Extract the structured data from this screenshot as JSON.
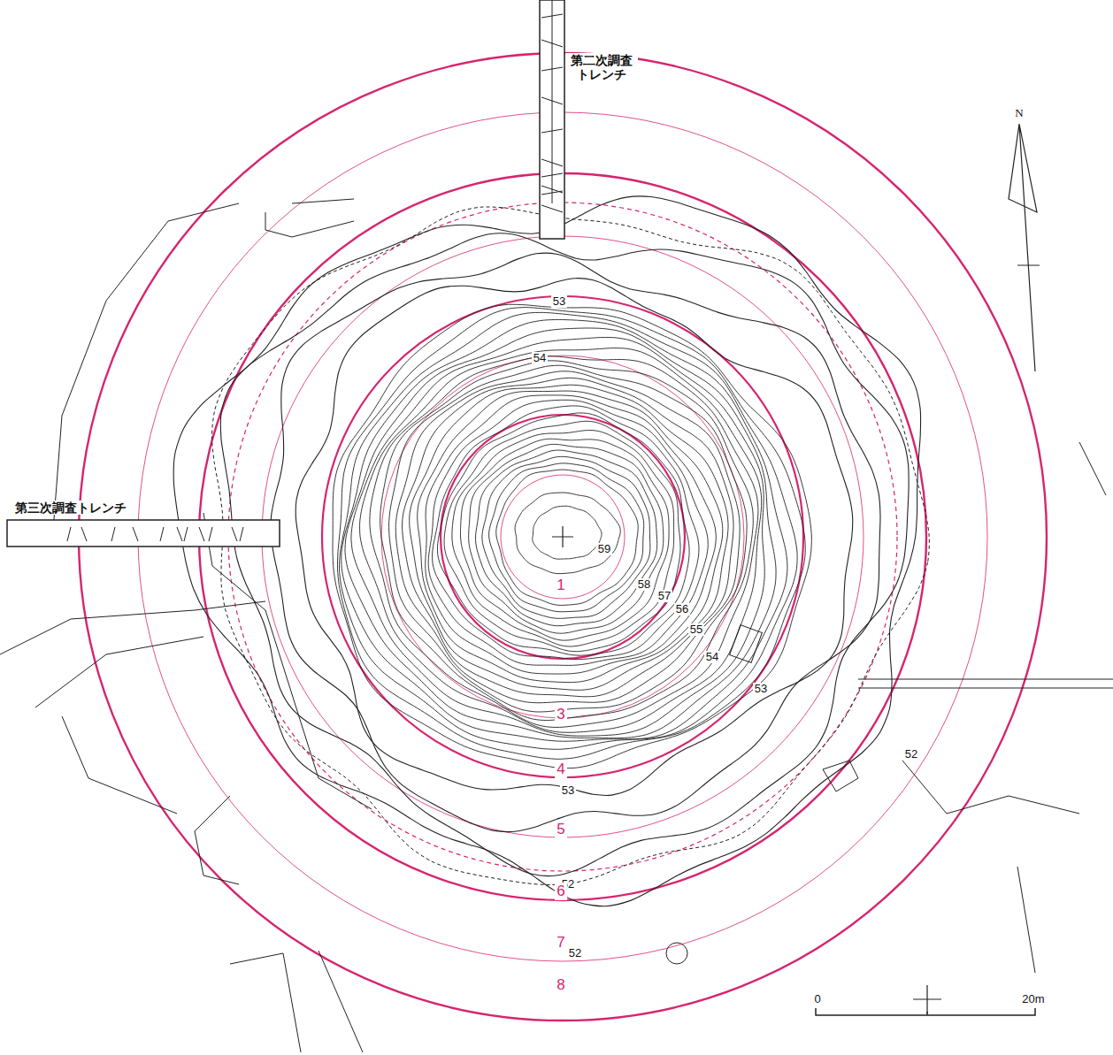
{
  "diagram": {
    "labels": [
      "第二次調査 トレンチ",
      "第三次調査トレンチ",
      "N",
      "53",
      "54",
      "59",
      "58",
      "57",
      "56",
      "55",
      "54",
      "53",
      "52",
      "53",
      "52",
      "52",
      "1",
      "3",
      "4",
      "5",
      "6",
      "7",
      "8",
      "0",
      "20m"
    ]
  }
}
